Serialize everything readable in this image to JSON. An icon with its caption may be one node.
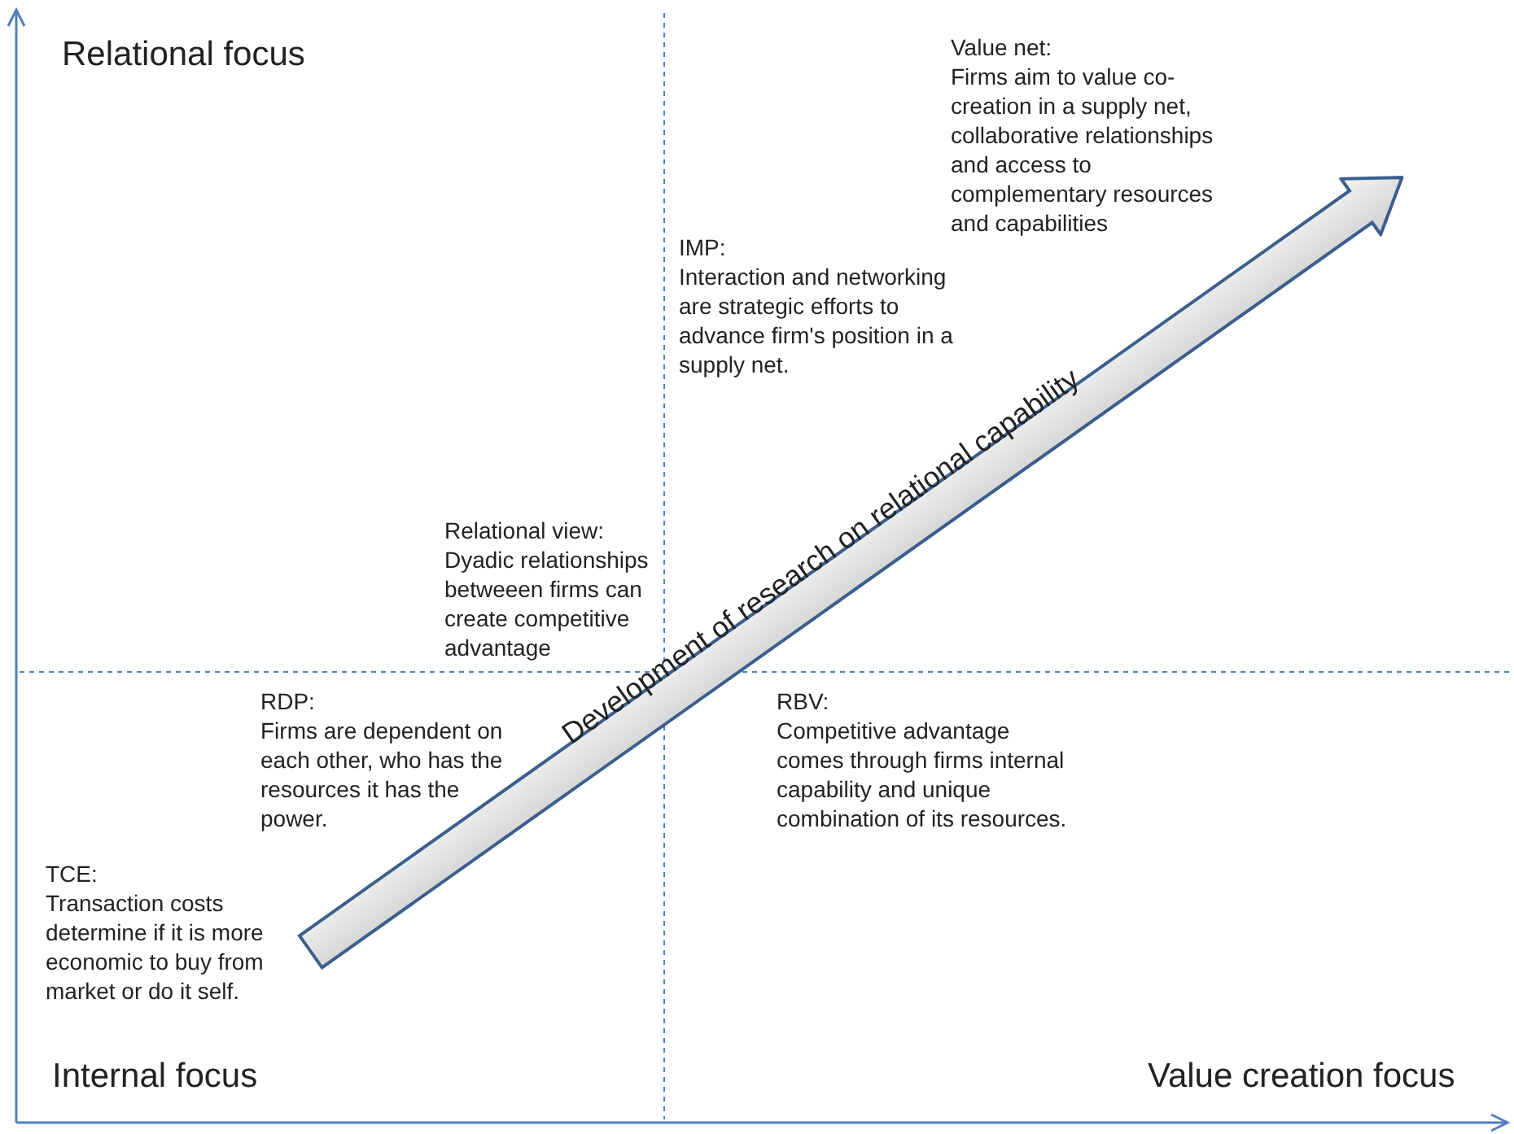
{
  "diagram": {
    "nodes": [
      {
        "text": [
          "Development of research on relational capability"
        ]
      }
    ],
    "labels": [
      "Relational focus",
      "Value net:",
      "Firms aim to value co-creation in a supply net, collaborative relationships and access to complementary resources and capabilities",
      "IMP:",
      "Interaction and networking are strategic efforts to advance firm's position in a supply net.",
      "Relational view:",
      "Dyadic relationships betweeen firms can create competitive advantage",
      "RDP:",
      "Firms are dependent on each other, who has the resources it has the power.",
      "RBV:",
      "Competitive advantage comes through firms internal capability and unique combination of its resources.",
      "TCE:",
      "Transaction costs determine if it is more economic to buy from market or do it self.",
      "Internal focus",
      "Value creation focus"
    ]
  }
}
